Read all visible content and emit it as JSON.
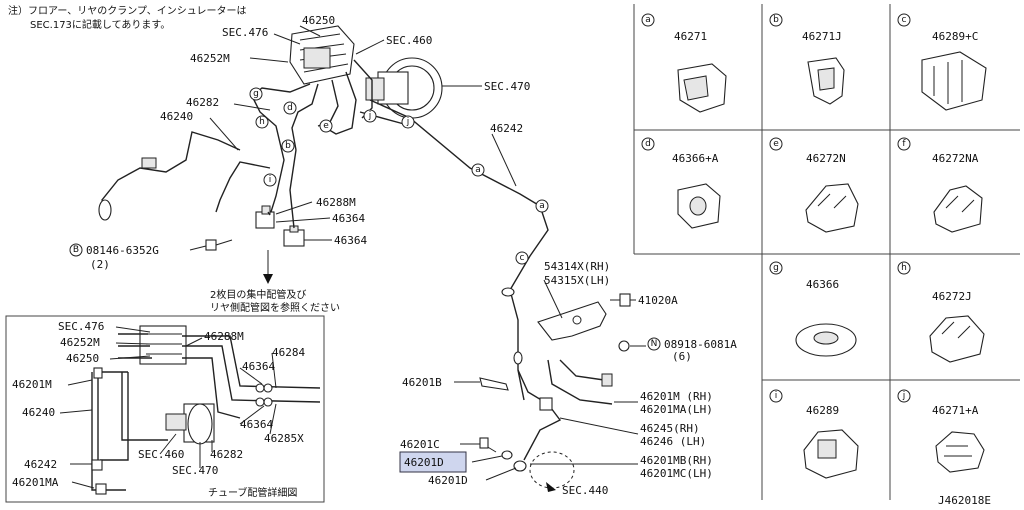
{
  "note": {
    "line1": "注）フロアー、リヤのクランプ、インシュレーターは",
    "line2": "SEC.173に記載してあります。"
  },
  "main_labels": {
    "sec476": "SEC.476",
    "p46250": "46250",
    "sec460": "SEC.460",
    "p46252m": "46252M",
    "sec470": "SEC.470",
    "p46282": "46282",
    "p46240": "46240",
    "p46242": "46242",
    "p46288m": "46288M",
    "p46364a": "46364",
    "p46364b": "46364",
    "bolt": "08146-6352G",
    "bolt_qty": "(2)",
    "ref_note1": "2枚目の集中配管及び",
    "ref_note2": "リヤ側配管図を参照ください",
    "p54314x": "54314X(RH)",
    "p54315x": "54315X(LH)",
    "p41020a": "41020A",
    "nut": "08918-6081A",
    "nut_qty": "(6)",
    "p46201b": "46201B",
    "p46201m": "46201M (RH)",
    "p46201ma": "46201MA(LH)",
    "p46245": "46245(RH)",
    "p46246": "46246 (LH)",
    "p46201c": "46201C",
    "p46201d_hl": "46201D",
    "p46201mb": "46201MB(RH)",
    "p46201mc": "46201MC(LH)",
    "p46201d": "46201D",
    "sec440": "SEC.440",
    "diagram_id": "J462018E"
  },
  "inset": {
    "sec476": "SEC.476",
    "p46252m": "46252M",
    "p46250": "46250",
    "p46288m": "46288M",
    "p46284": "46284",
    "p46364a": "46364",
    "p46201m": "46201M",
    "p46240": "46240",
    "p46364b": "46364",
    "p46285x": "46285X",
    "sec460": "SEC.460",
    "p46282": "46282",
    "p46242": "46242",
    "sec470": "SEC.470",
    "p46201ma": "46201MA",
    "caption": "チューブ配管詳細図"
  },
  "cells": [
    {
      "letter": "a",
      "part": "46271"
    },
    {
      "letter": "b",
      "part": "46271J"
    },
    {
      "letter": "c",
      "part": "46289+C"
    },
    {
      "letter": "d",
      "part": "46366+A"
    },
    {
      "letter": "e",
      "part": "46272N"
    },
    {
      "letter": "f",
      "part": "46272NA"
    },
    {
      "letter": "g",
      "part": "46366"
    },
    {
      "letter": "h",
      "part": "46272J"
    },
    {
      "letter": "i",
      "part": "46289"
    },
    {
      "letter": "j",
      "part": "46271+A"
    }
  ],
  "route_markers": [
    "g",
    "d",
    "h",
    "e",
    "b",
    "i",
    "j",
    "j",
    "a",
    "a",
    "c"
  ],
  "bolt_marker": "B",
  "nut_marker": "N"
}
